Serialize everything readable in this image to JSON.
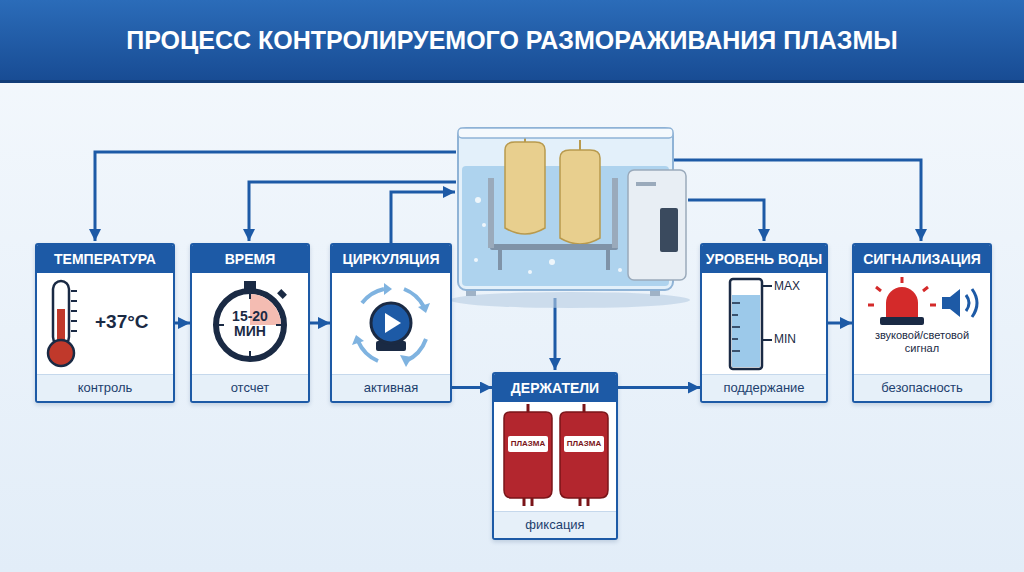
{
  "diagram": {
    "title": "ПРОЦЕСС КОНТРОЛИРУЕМОГО РАЗМОРАЖИВАНИЯ ПЛАЗМЫ",
    "nodes": [
      {
        "text": [
          "ТЕМПЕРАТУРА",
          "+37°C",
          "контроль"
        ]
      },
      {
        "text": [
          "ВРЕМЯ",
          "15-20 МИН",
          "отсчет"
        ]
      },
      {
        "text": [
          "ЦИРКУЛЯЦИЯ",
          "активная"
        ]
      },
      {
        "text": [
          "ДЕРЖАТЕЛИ",
          "ПЛАЗМА",
          "ПЛАЗМА",
          "фиксация"
        ]
      },
      {
        "text": [
          "УРОВЕНЬ ВОДЫ",
          "MAX",
          "MIN",
          "поддержание"
        ]
      },
      {
        "text": [
          "СИГНАЛИЗАЦИЯ",
          "звуковой/световой сигнал",
          "безопасность"
        ]
      }
    ],
    "edges": [
      {
        "from": 0,
        "to": 1,
        "arrow": "to"
      },
      {
        "from": 1,
        "to": 2,
        "arrow": "to"
      },
      {
        "from": 2,
        "to": 3,
        "arrow": "to"
      },
      {
        "from": 3,
        "to": 4,
        "arrow": "to"
      },
      {
        "from": 4,
        "to": 5,
        "arrow": "to"
      }
    ]
  }
}
